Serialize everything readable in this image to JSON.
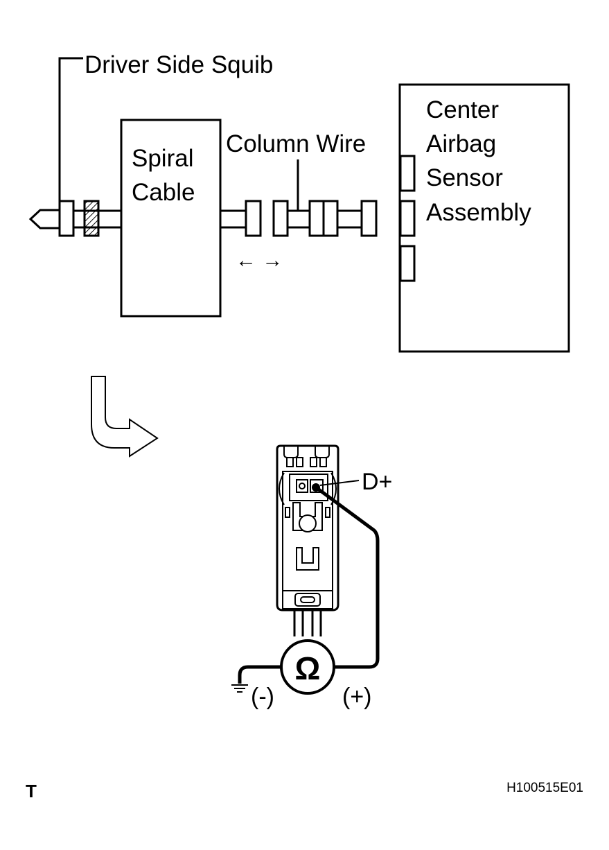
{
  "labels": {
    "driver_side_squib": "Driver Side Squib",
    "spiral_cable_line1": "Spiral",
    "spiral_cable_line2": "Cable",
    "column_wire": "Column Wire",
    "center_airbag_line1": "Center",
    "center_airbag_line2": "Airbag",
    "center_airbag_line3": "Sensor",
    "center_airbag_line4": "Assembly",
    "terminal": "D+",
    "ohm_symbol": "Ω",
    "negative": "(-)",
    "positive": "(+)",
    "disconnect_arrows": "← →",
    "corner_mark": "T",
    "figure_code": "H100515E01"
  },
  "icons": {
    "meter": "ohmmeter-icon",
    "ground": "ground-icon",
    "flow_arrow": "bent-arrow-icon",
    "connector": "connector-icon"
  },
  "colors": {
    "line": "#000000",
    "background": "#ffffff"
  }
}
